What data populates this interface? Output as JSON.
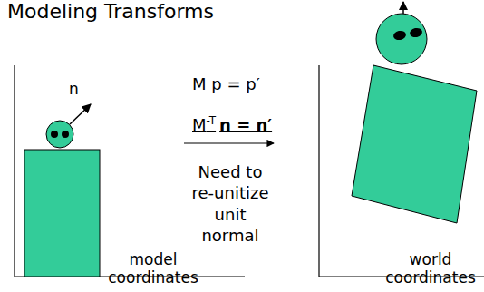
{
  "diagram": {
    "title": "Modeling Transforms",
    "labels": [
      "n",
      "M p = p′",
      "M",
      "-T",
      "n = n′",
      "Need to re-unitize unit normal",
      "model coordinates",
      "world coordinates"
    ]
  }
}
